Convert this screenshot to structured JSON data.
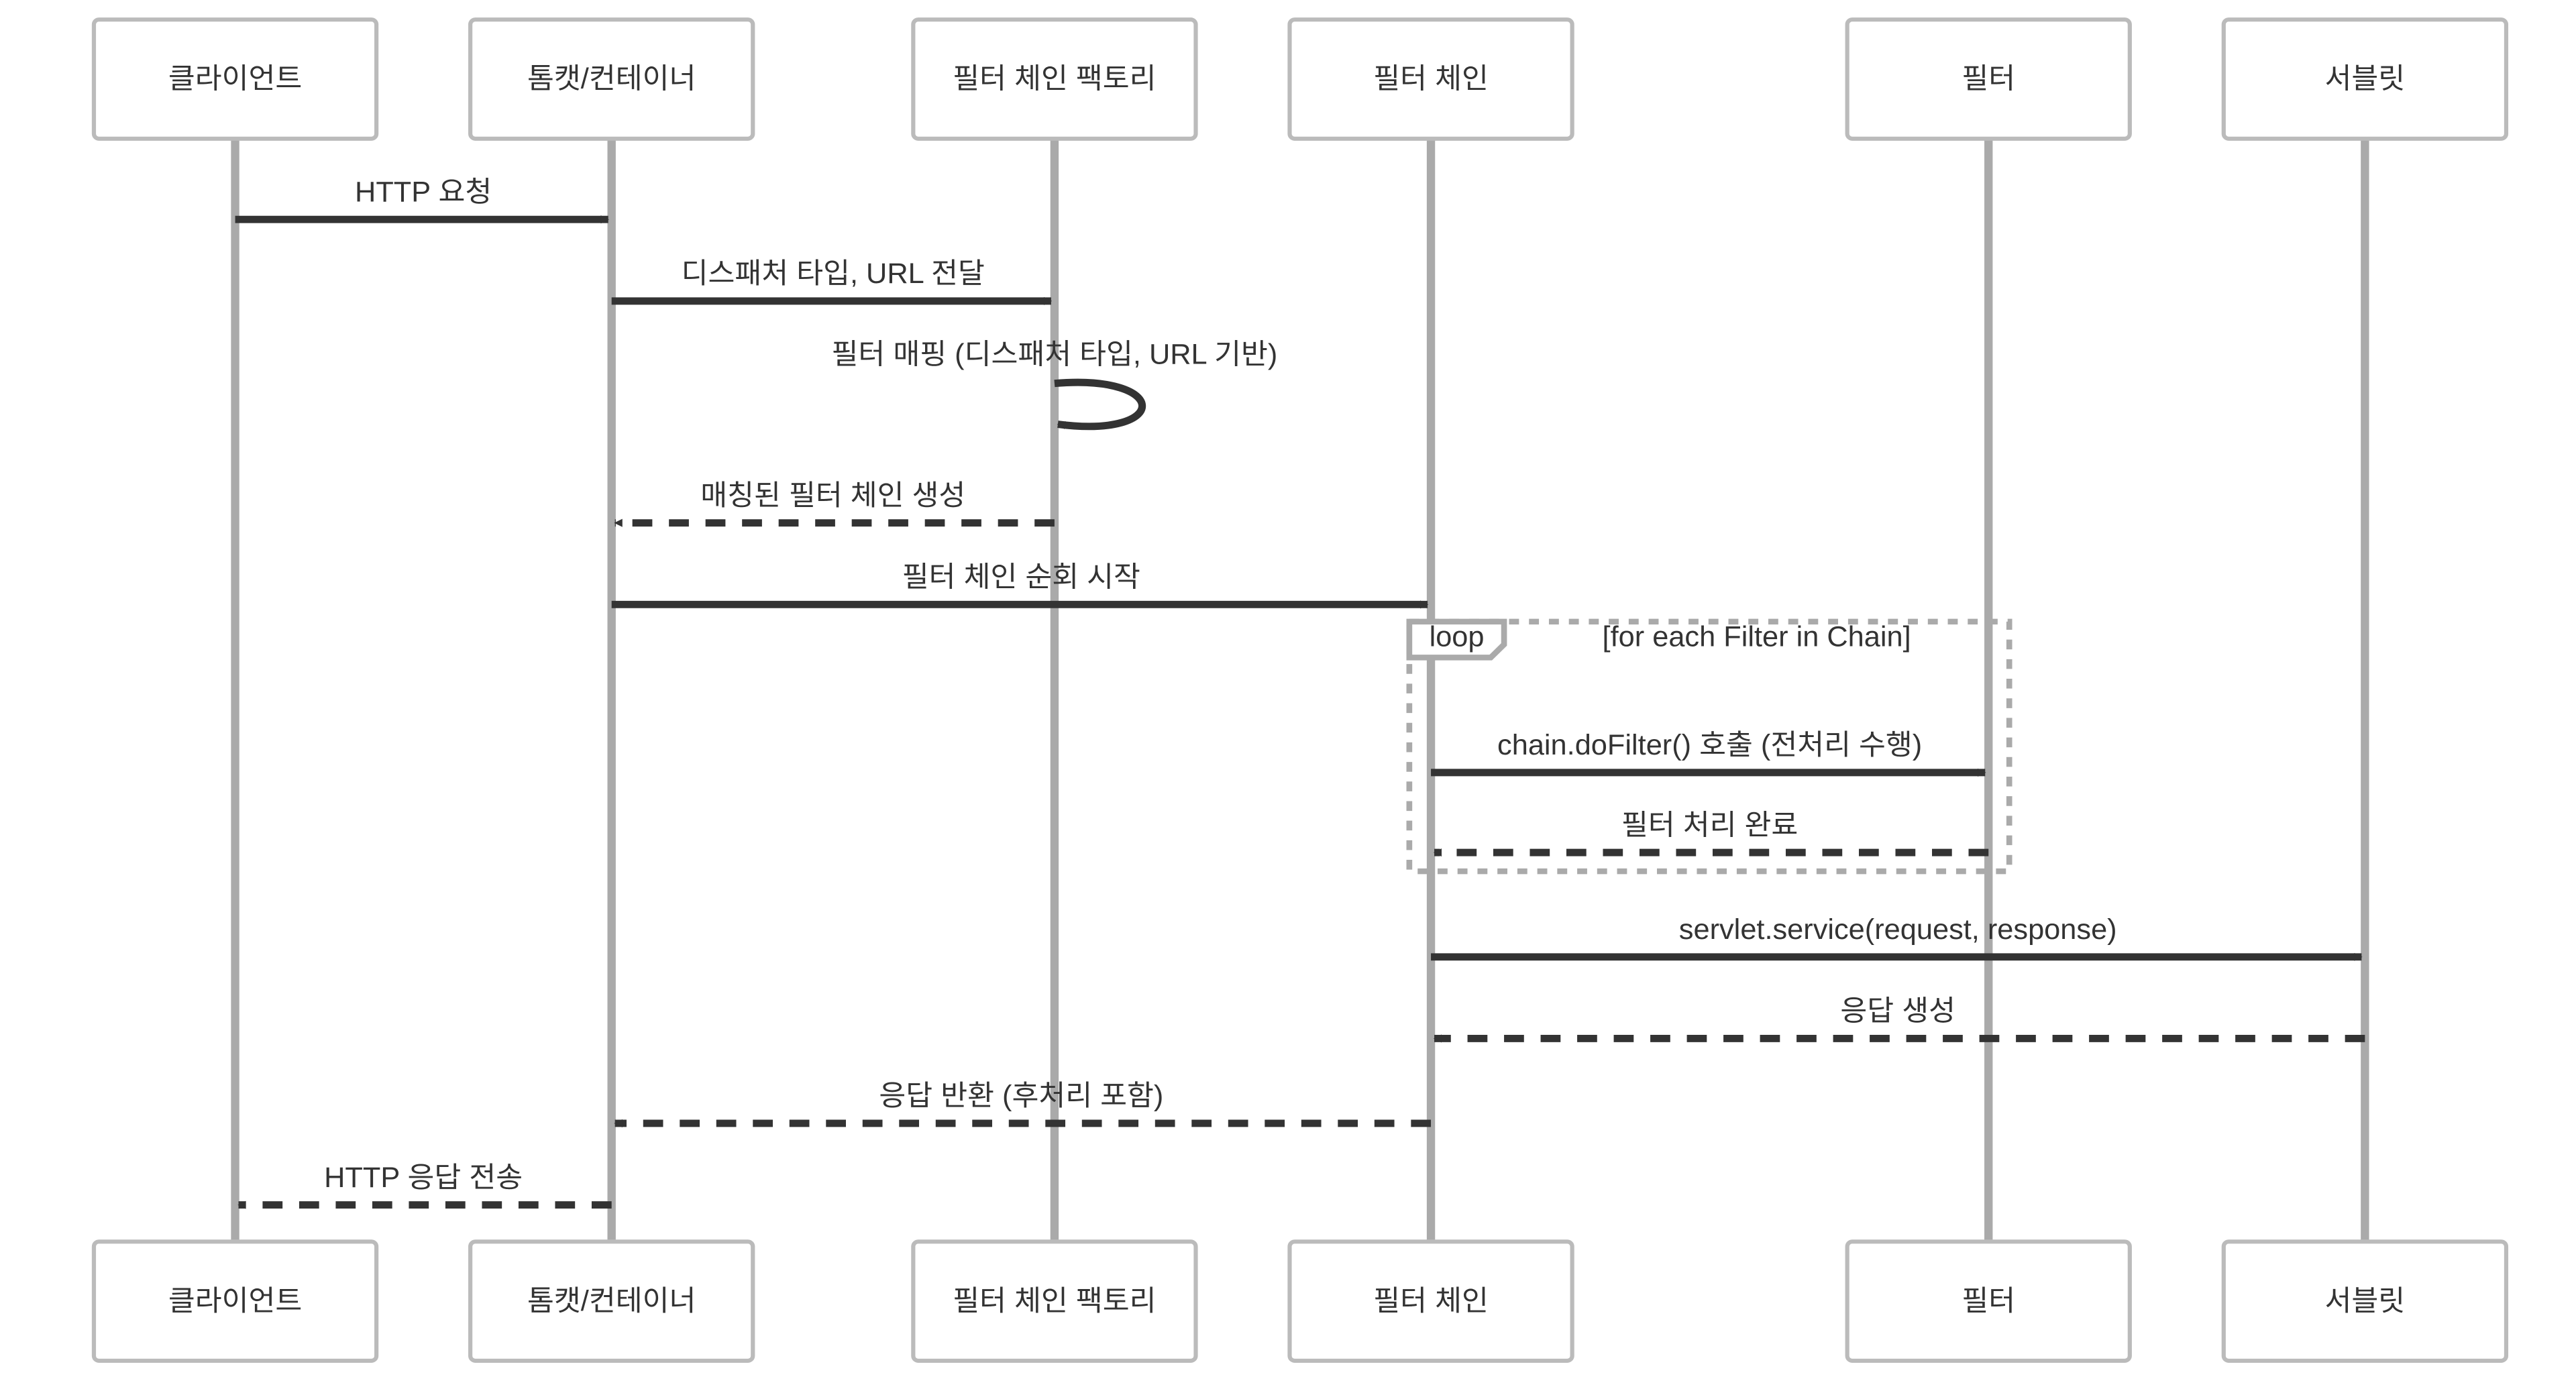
{
  "participants": [
    "클라이언트",
    "톰캣/컨테이너",
    "필터 체인 팩토리",
    "필터 체인",
    "필터",
    "서블릿"
  ],
  "messages": [
    {
      "label": "HTTP 요청",
      "from": 0,
      "to": 1,
      "style": "solid"
    },
    {
      "label": "디스패처 타입, URL 전달",
      "from": 1,
      "to": 2,
      "style": "solid"
    },
    {
      "label": "필터 매핑 (디스패처 타입, URL 기반)",
      "from": 2,
      "to": 2,
      "style": "solid"
    },
    {
      "label": "매칭된 필터 체인 생성",
      "from": 2,
      "to": 1,
      "style": "dashed"
    },
    {
      "label": "필터 체인 순회 시작",
      "from": 1,
      "to": 3,
      "style": "solid"
    },
    {
      "label": "chain.doFilter() 호출 (전처리 수행)",
      "from": 3,
      "to": 4,
      "style": "solid"
    },
    {
      "label": "필터 처리 완료",
      "from": 4,
      "to": 3,
      "style": "dashed"
    },
    {
      "label": "servlet.service(request, response)",
      "from": 3,
      "to": 5,
      "style": "solid"
    },
    {
      "label": "응답 생성",
      "from": 5,
      "to": 3,
      "style": "dashed"
    },
    {
      "label": "응답 반환 (후처리 포함)",
      "from": 3,
      "to": 1,
      "style": "dashed"
    },
    {
      "label": "HTTP 응답 전송",
      "from": 1,
      "to": 0,
      "style": "dashed"
    }
  ],
  "loop": {
    "keyword": "loop",
    "condition": "[for each Filter in Chain]",
    "first_message": 5,
    "last_message": 6
  },
  "colors": {
    "line": "#333333",
    "lifeline": "#aaaaaa",
    "box_border": "#bbbbbb",
    "background": "#ffffff"
  }
}
